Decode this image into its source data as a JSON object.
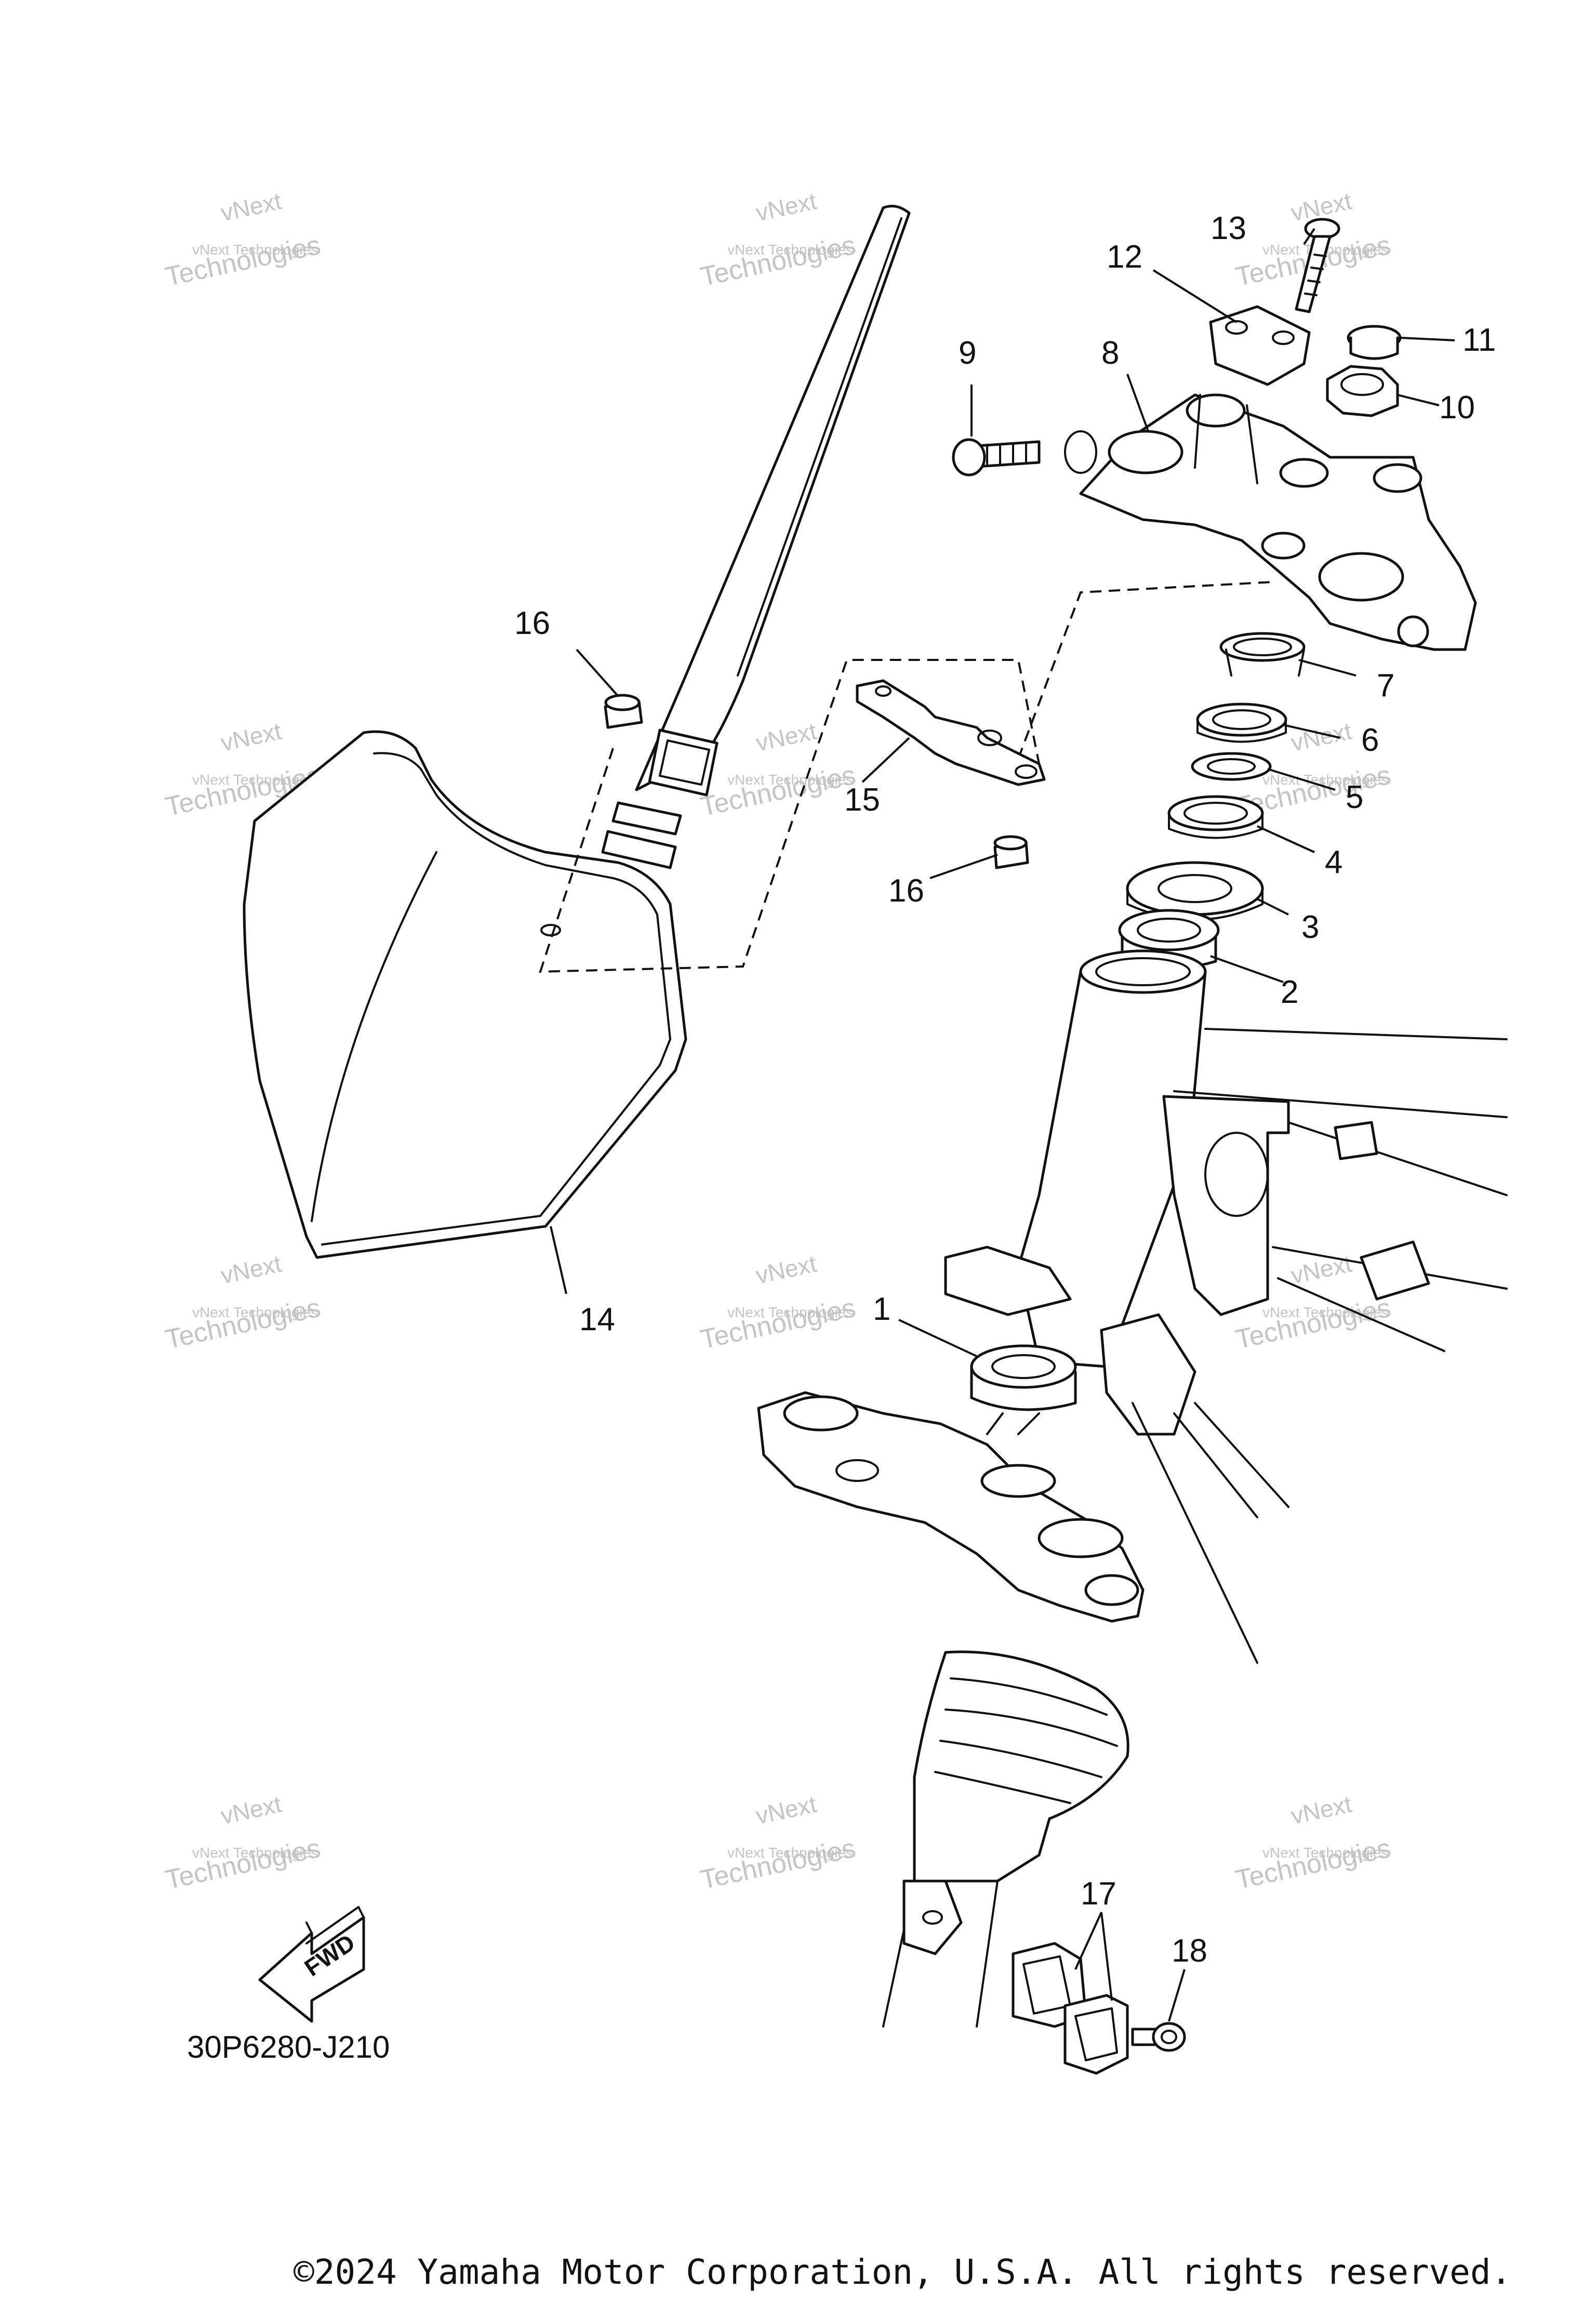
{
  "diagram": {
    "callouts": [
      "1",
      "2",
      "3",
      "4",
      "5",
      "6",
      "7",
      "8",
      "9",
      "10",
      "11",
      "12",
      "13",
      "14",
      "15",
      "16",
      "16",
      "17",
      "18"
    ],
    "watermark": {
      "line1": "vNext",
      "line2": "vNext Technologies",
      "line3": "Technologies"
    },
    "diagram_code": "30P6280-J210",
    "fwd_label": "FWD",
    "copyright": "©2024 Yamaha Motor Corporation, U.S.A. All rights reserved."
  }
}
